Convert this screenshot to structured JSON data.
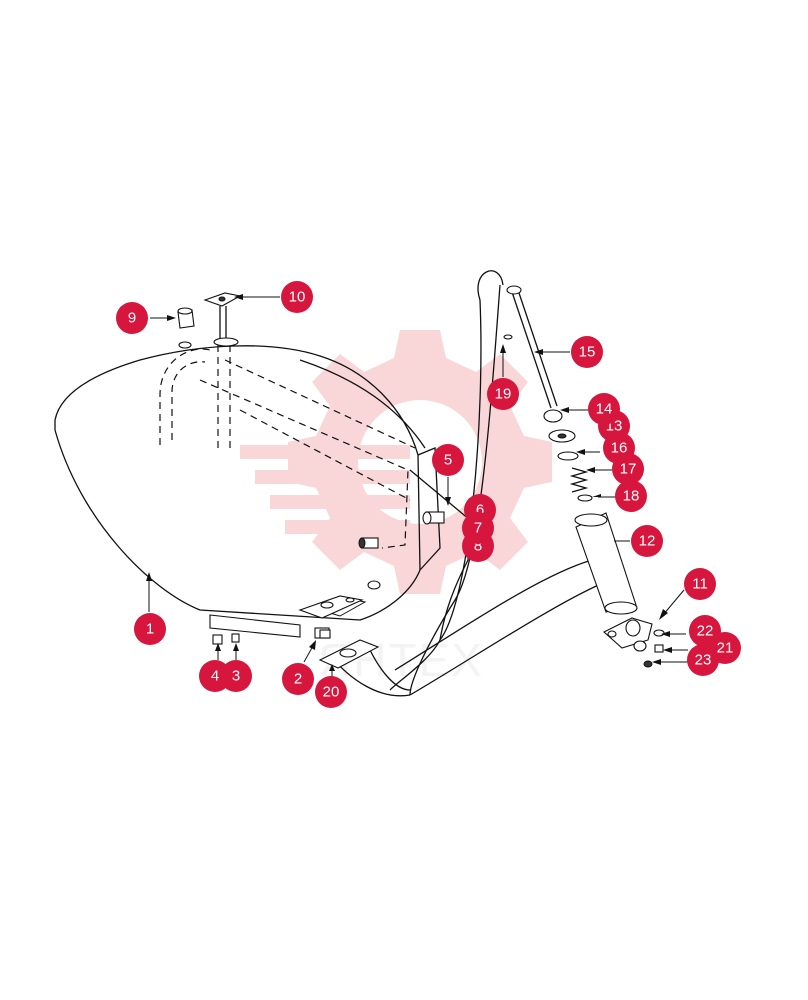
{
  "watermark": {
    "text": "ЯНТЕХ",
    "color": "#f2a7a9"
  },
  "callout_color": "#d6163d",
  "callouts": [
    {
      "label": "1"
    },
    {
      "label": "2"
    },
    {
      "label": "3"
    },
    {
      "label": "4"
    },
    {
      "label": "5"
    },
    {
      "label": "6"
    },
    {
      "label": "7"
    },
    {
      "label": "8"
    },
    {
      "label": "9"
    },
    {
      "label": "10"
    },
    {
      "label": "11"
    },
    {
      "label": "12"
    },
    {
      "label": "13"
    },
    {
      "label": "14"
    },
    {
      "label": "15"
    },
    {
      "label": "16"
    },
    {
      "label": "17"
    },
    {
      "label": "18"
    },
    {
      "label": "19"
    },
    {
      "label": "20"
    },
    {
      "label": "21"
    },
    {
      "label": "22"
    },
    {
      "label": "23"
    }
  ]
}
